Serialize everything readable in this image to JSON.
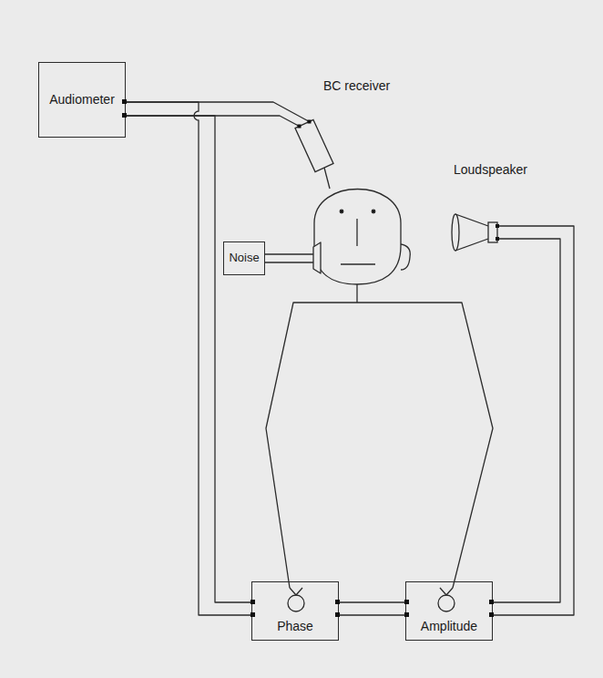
{
  "diagram": {
    "nodes": [
      {
        "text": [
          "Audiometer"
        ]
      },
      {
        "text": [
          "BC receiver"
        ]
      },
      {
        "text": [
          "Noise"
        ]
      },
      {
        "text": [
          "Loudspeaker"
        ]
      },
      {
        "text": [
          "Phase"
        ]
      },
      {
        "text": [
          "Amplitude"
        ]
      }
    ],
    "edges": [
      {
        "from": 0,
        "to": 1,
        "arrow": "none"
      },
      {
        "from": 0,
        "to": 4,
        "arrow": "none"
      },
      {
        "from": 4,
        "to": 5,
        "arrow": "none"
      },
      {
        "from": 5,
        "to": 3,
        "arrow": "none"
      }
    ]
  }
}
